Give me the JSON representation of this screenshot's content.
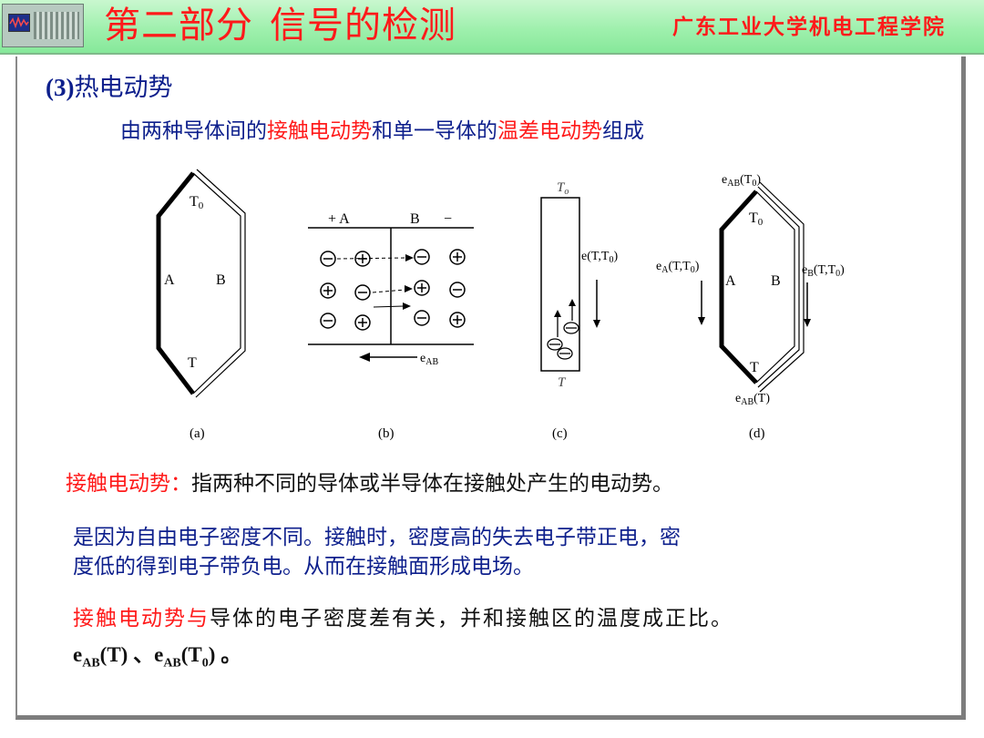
{
  "header": {
    "title_part": "第二部分",
    "title_topic": "信号的检测",
    "org": "广东工业大学机电工程学院"
  },
  "section": {
    "number": "(3)",
    "title": "热电动势"
  },
  "subtitle": {
    "p1": "由两种导体间的",
    "h1": "接触电动势",
    "p2": "和单一导体的",
    "h2": "温差电动势",
    "p3": "组成"
  },
  "figures": {
    "a": {
      "caption": "(a)",
      "t0": "T",
      "t0_sub": "0",
      "left": "A",
      "right": "B",
      "bottom": "T"
    },
    "b": {
      "caption": "(b)",
      "left_label": "+ A",
      "right_label": "B",
      "minus": "−",
      "eab": "e",
      "eab_sub": "AB"
    },
    "c": {
      "caption": "(c)",
      "top": "T",
      "top_sub": "o",
      "bottom": "T",
      "emf": "e(T,T",
      "emf_sub": "0",
      "emf_end": ")"
    },
    "d": {
      "caption": "(d)",
      "top_emf": "e",
      "top_emf_sub": "AB",
      "top_emf_arg": "(T",
      "top_emf_arg_sub": "0",
      "top_emf_end": ")",
      "t0": "T",
      "t0_sub": "0",
      "left": "A",
      "right": "B",
      "bottom": "T",
      "left_emf": "e",
      "left_emf_sub": "A",
      "left_emf_arg": "(T,T",
      "left_emf_arg_sub": "0",
      "left_emf_end": ")",
      "right_emf": "e",
      "right_emf_sub": "B",
      "right_emf_arg": "(T,T",
      "right_emf_arg_sub": "0",
      "right_emf_end": ")",
      "bottom_emf": "e",
      "bottom_emf_sub": "AB",
      "bottom_emf_arg": "(T)"
    }
  },
  "body": {
    "def_term": "接触电动势：",
    "def_text": "指两种不同的导体或半导体在接触处产生的电动势。",
    "cause_line1": "是因为自由电子密度不同。接触时，密度高的失去电子带正电，密",
    "cause_line2": "度低的得到电子带负电。从而在接触面形成电场。",
    "rel_term": "接触电动势与",
    "rel_text": "导体的电子密度差有关，并和接触区的温度成正比。",
    "f_e1": "e",
    "f_sub1": "AB",
    "f_arg1": "(T)",
    "f_sep": " 、",
    "f_e2": "e",
    "f_sub2": "AB",
    "f_arg2a": "(T",
    "f_arg2_sub": "0",
    "f_arg2b": ")",
    "f_end": " 。"
  },
  "colors": {
    "header_red": "#ff1a1a",
    "heading_blue": "#0d1f8c",
    "header_green": "#9ff0ad"
  }
}
